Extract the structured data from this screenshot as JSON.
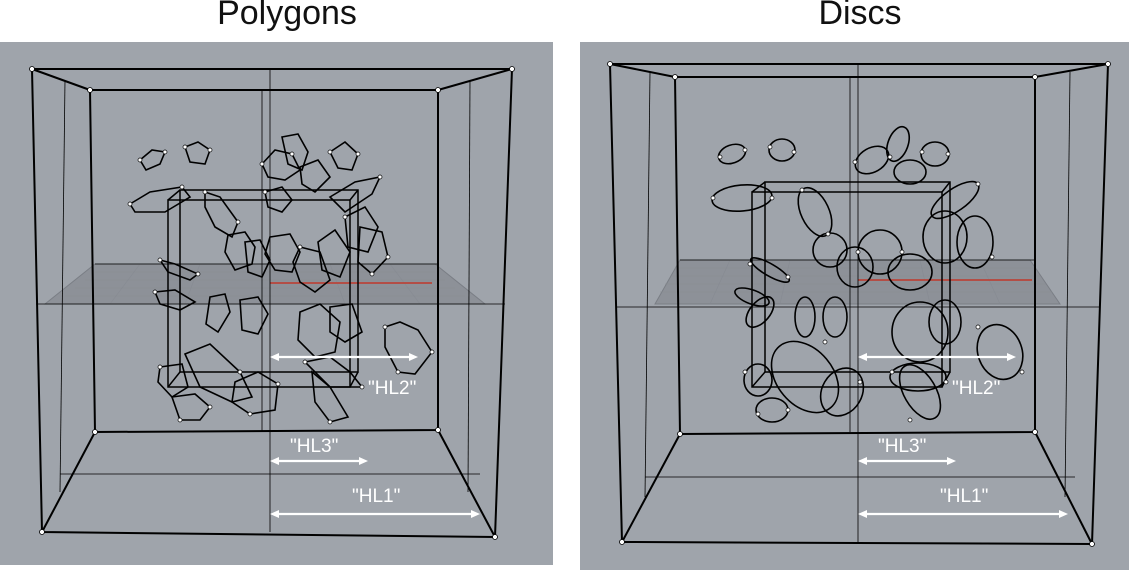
{
  "panels": [
    {
      "title": "Polygons",
      "label_hl1": "\"HL1\"",
      "label_hl2": "\"HL2\"",
      "label_hl3": "\"HL3\""
    },
    {
      "title": "Discs",
      "label_hl1": "\"HL1\"",
      "label_hl2": "\"HL2\"",
      "label_hl3": "\"HL3\""
    }
  ],
  "colors": {
    "viewport_bg": "#9fa4ab",
    "wire": "#000000",
    "arrow": "#ffffff",
    "axis": "#c0392b"
  }
}
